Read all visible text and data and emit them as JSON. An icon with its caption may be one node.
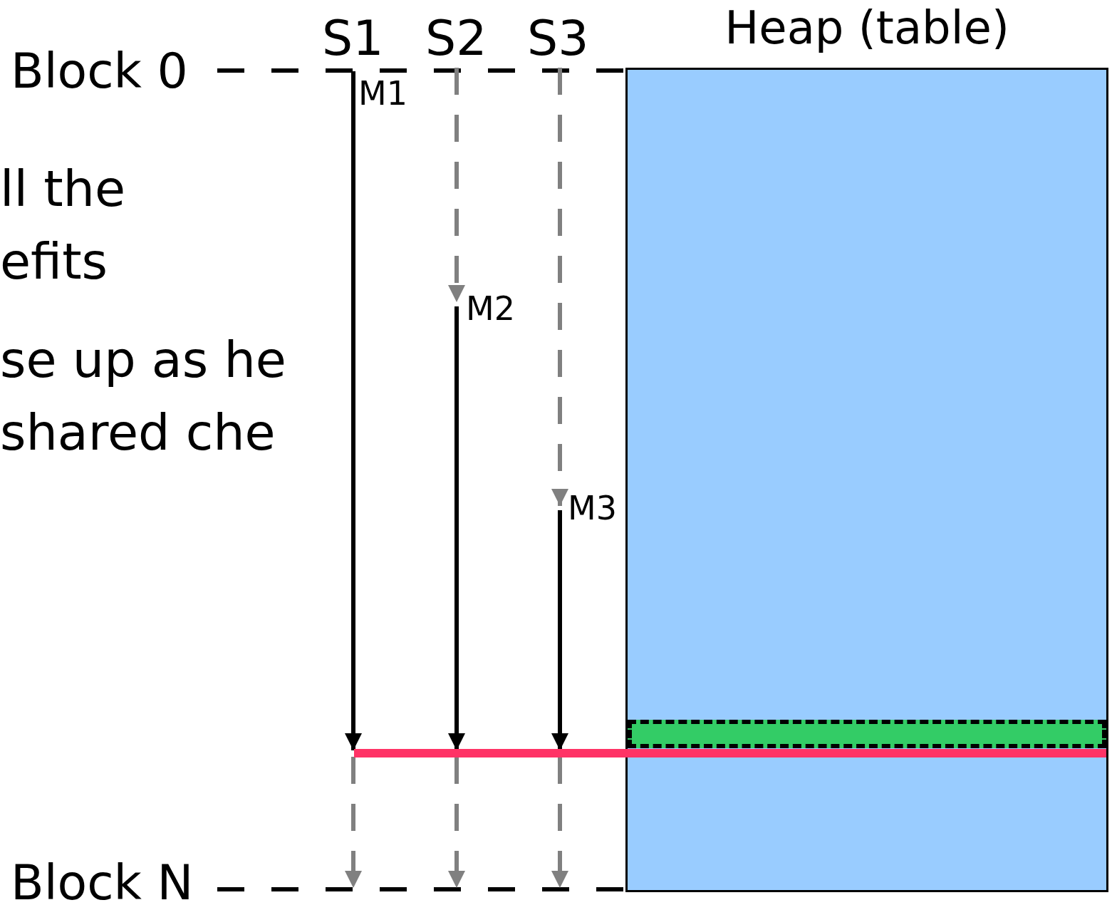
{
  "diagram": {
    "nodes": [
      {
        "text": [
          "Heap (table)"
        ]
      },
      {
        "text": [],
        "shape": "bar",
        "in": 0
      }
    ],
    "labels": [
      "Block 0",
      "S1",
      "S2",
      "S3",
      "M1",
      "ll the efits",
      "M2",
      "se up as he shared che",
      "M3",
      "Block N"
    ]
  }
}
